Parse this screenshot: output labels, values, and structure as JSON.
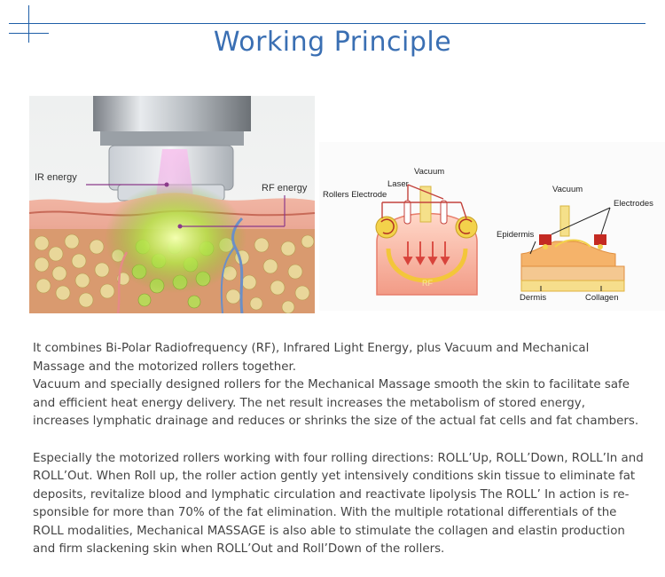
{
  "page": {
    "title": "Working Principle",
    "accent_color": "#3a6fb3"
  },
  "left_diagram": {
    "ir_label": "IR energy",
    "rf_label": "RF energy"
  },
  "right_diagram": {
    "left": {
      "vacuum": "Vacuum",
      "laser": "Laser",
      "rollers_electrode": "Rollers Electrode",
      "rf": "RF"
    },
    "right": {
      "vacuum": "Vacuum",
      "electrodes": "Electrodes",
      "epidermis": "Epidermis",
      "dermis": "Dermis",
      "collagen": "Collagen"
    }
  },
  "body": {
    "paragraph_1": "It combines Bi-Polar Radiofrequency (RF), Infrared Light Energy, plus Vacuum and Mechanical Massage and the motorized rollers together.",
    "paragraph_2": "Vacuum and specially designed rollers for the Mechanical Massage smooth the skin to facilitate safe and efficient heat energy delivery. The net result increases the metabolism of stored energy, increases lymphatic drainage and reduces or shrinks the size of the actual fat cells and fat chambers.",
    "paragraph_3": "Especially the motorized rollers working with four rolling directions: ROLL’Up, ROLL’Down, ROLL’In and ROLL’Out. When Roll up, the roller action gently yet intensively conditions skin tissue to eliminate fat deposits, revitalize blood and lymphatic circulation and reactivate lipolysis The ROLL’ In action is re-sponsible for more than 70% of the fat elimination. With the multiple rotational differentials of the ROLL modalities, Mechanical MASSAGE is also able to stimulate the collagen and elastin production and firm slackening skin when ROLL’Out and Roll’Down of the rollers."
  }
}
